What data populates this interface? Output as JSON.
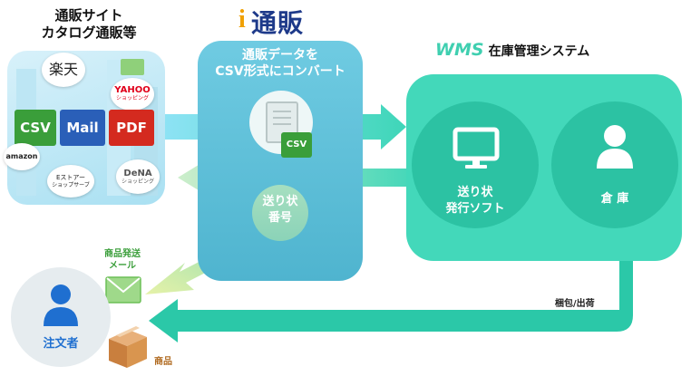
{
  "ec": {
    "title_line1": "通販サイト",
    "title_line2": "カタログ通販等",
    "formats": [
      "CSV",
      "Mail",
      "PDF"
    ],
    "logos": {
      "rakuten": "楽天",
      "yahoo_top": "YAHOO",
      "yahoo_sub": "ショッピング",
      "amazon": "amazon",
      "estore_top": "Eストアー",
      "estore_sub": "ショップサーブ",
      "dena_top": "DeNA",
      "dena_sub": "ショッピング"
    }
  },
  "itsuhan": {
    "logo_i": "i",
    "logo_text": "通販",
    "convert_line1": "通販データを",
    "convert_line2": "CSV形式にコンバート",
    "csv_badge": "CSV",
    "tracking_line1": "送り状",
    "tracking_line2": "番号"
  },
  "wms": {
    "title_prefix": "WMS",
    "title_rest": "在庫管理システム",
    "software_line1": "送り状",
    "software_line2": "発行ソフト",
    "warehouse": "倉 庫"
  },
  "flows": {
    "packing": "梱包/出荷",
    "mail_line1": "商品発送",
    "mail_line2": "メール",
    "goods": "商品"
  },
  "customer": {
    "label": "注文者"
  },
  "colors": {
    "csv": "#3a9e3a",
    "mail": "#2a5fb8",
    "pdf": "#d42a1f",
    "itsuhan_box": "#5bbfd7",
    "wms_box": "#3fd6b8",
    "flow": "#2bc8a8",
    "customer_icon": "#1f6fd0"
  }
}
